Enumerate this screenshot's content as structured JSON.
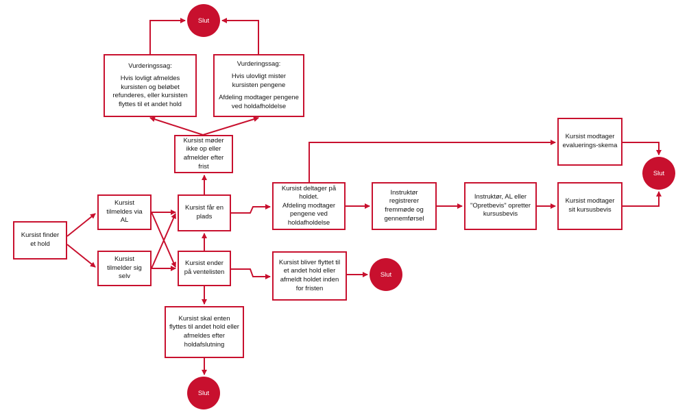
{
  "colors": {
    "accent": "#c8102e",
    "text": "#111111",
    "box_bg": "#ffffff"
  },
  "nodes": {
    "start": {
      "text": "Kursist finder et hold"
    },
    "via_al": {
      "text": "Kursist tilmeldes via AL"
    },
    "self": {
      "text": "Kursist tilmelder sig selv"
    },
    "faar_plads": {
      "text": "Kursist får en plads"
    },
    "venteliste": {
      "text": "Kursist ender på ventelisten"
    },
    "moder_ikke_op": {
      "text": "Kursist møder ikke op eller afmelder efter frist"
    },
    "vurdering_lovligt": {
      "title": "Vurderingssag:",
      "text": "Hvis lovligt afmeldes kursisten og beløbet refunderes, eller kursisten flyttes til et andet hold"
    },
    "vurdering_ulovligt": {
      "title": "Vurderingssag:",
      "text": "Hvis ulovligt mister kursisten pengene",
      "text2": "Afdeling modtager pengene ved holdafholdelse"
    },
    "deltager": {
      "text": "Kursist deltager på holdet.",
      "text2": "Afdeling modtager pengene ved holdafholdelse"
    },
    "registrerer": {
      "text": "Instruktør registrerer fremmøde og gennemførsel"
    },
    "opretter": {
      "text": "Instruktør, AL eller \"Opretbevis\" opretter kursusbevis"
    },
    "evaluering": {
      "text": "Kursist modtager evaluerings-skema"
    },
    "kursusbevis": {
      "text": "Kursist modtager sit kursusbevis"
    },
    "flyttet": {
      "text": "Kursist bliver flyttet til et andet hold eller afmeldt holdet inden for fristen"
    },
    "flyttes_efter": {
      "text": "Kursist skal enten flyttes til andet hold eller afmeldes efter holdafslutning"
    }
  },
  "end_label": "Slut"
}
